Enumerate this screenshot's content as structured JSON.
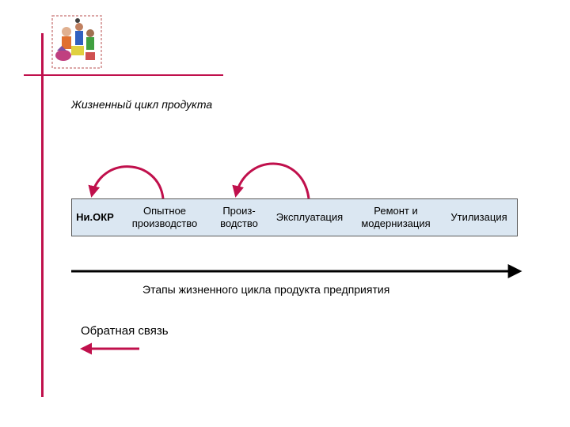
{
  "title": "Жизненный цикл продукта",
  "stages": [
    {
      "label": "Ни.ОКР"
    },
    {
      "label": "Опытное\nпроизводство"
    },
    {
      "label": "Произ-\nводство"
    },
    {
      "label": "Эксплуатация"
    },
    {
      "label": "Ремонт и\nмодернизация"
    },
    {
      "label": "Утилизация"
    }
  ],
  "axis_caption": "Этапы жизненного цикла продукта предприятия",
  "legend": {
    "label": "Обратная связь"
  },
  "colors": {
    "accent": "#c0104c",
    "stage_fill": "#dbe7f2",
    "stage_border": "#5a5a5a",
    "axis": "#000000"
  },
  "icons": {
    "clipart": "people-clipart-icon"
  }
}
